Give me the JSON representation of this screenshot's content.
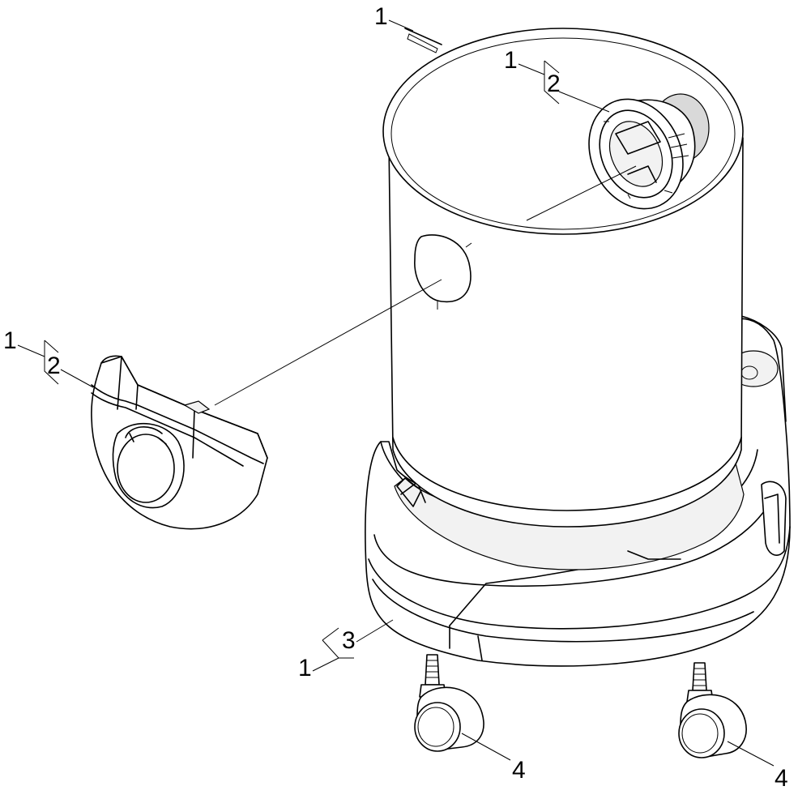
{
  "callouts": {
    "top_cord": {
      "qty": "1"
    },
    "filter_basket": {
      "qty": "1",
      "item": "2"
    },
    "front_cover": {
      "qty": "1",
      "item": "2"
    },
    "base": {
      "qty": "1",
      "item": "3"
    },
    "caster_left": {
      "item": "4"
    },
    "caster_right": {
      "item": "4"
    }
  }
}
